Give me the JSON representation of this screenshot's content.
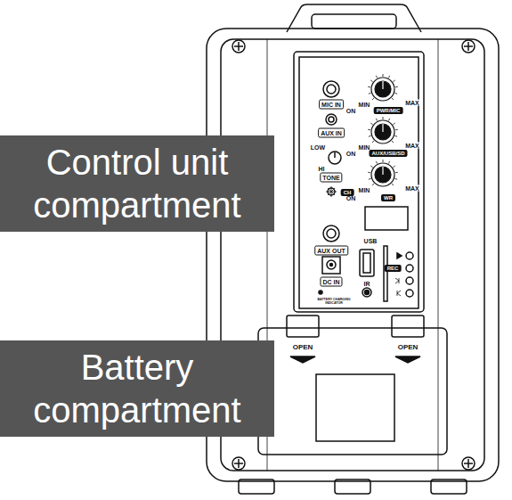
{
  "diagram": {
    "nodes": [
      {
        "text": [
          "Control unit compartment"
        ]
      },
      {
        "text": [
          "Battery compartment"
        ]
      }
    ],
    "labels": [
      "MIC IN",
      "MIN",
      "MAX",
      "ON",
      "PWR/MIC",
      "AUX IN",
      "MIN",
      "MAX",
      "ON",
      "AUX/USB/SD",
      "LOW",
      "HI",
      "TONE",
      "MIN",
      "MAX",
      "ON",
      "WR",
      "CH",
      "AUX OUT",
      "USB",
      "DC IN",
      "IR",
      "BATTERY CHARGING INDICATOR",
      "REC",
      "OPEN",
      "OPEN"
    ]
  }
}
